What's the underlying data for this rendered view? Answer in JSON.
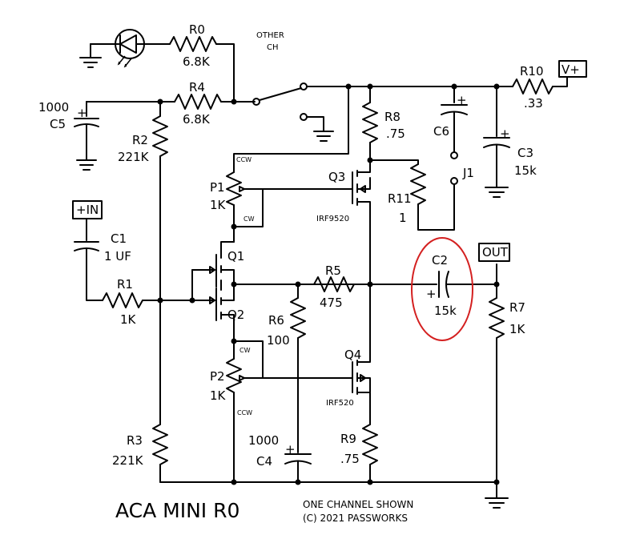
{
  "title": "ACA MINI R0",
  "note_line1": "ONE CHANNEL SHOWN",
  "note_line2": "(C) 2021 PASSWORKS",
  "other_ch": [
    "OTHER",
    "CH"
  ],
  "ports": {
    "vplus": "V+",
    "in": "+IN",
    "out": "OUT"
  },
  "components": {
    "R0": {
      "ref": "R0",
      "value": "6.8K"
    },
    "R4": {
      "ref": "R4",
      "value": "6.8K"
    },
    "R10": {
      "ref": "R10",
      "value": ".33"
    },
    "R8": {
      "ref": "R8",
      "value": ".75"
    },
    "R2": {
      "ref": "R2",
      "value": "221K"
    },
    "R11": {
      "ref": "R11",
      "value": "1"
    },
    "R1": {
      "ref": "R1",
      "value": "1K"
    },
    "R5": {
      "ref": "R5",
      "value": "475"
    },
    "R6": {
      "ref": "R6",
      "value": "100"
    },
    "R7": {
      "ref": "R7",
      "value": "1K"
    },
    "R3": {
      "ref": "R3",
      "value": "221K"
    },
    "R9": {
      "ref": "R9",
      "value": ".75"
    },
    "C5": {
      "ref": "C5",
      "value": "1000"
    },
    "C6": {
      "ref": "C6"
    },
    "C3": {
      "ref": "C3",
      "value": "15k"
    },
    "C1": {
      "ref": "C1",
      "value": "1 UF"
    },
    "C2": {
      "ref": "C2",
      "value": "15k"
    },
    "C4": {
      "ref": "C4",
      "value": "1000"
    },
    "P1": {
      "ref": "P1",
      "value": "1K",
      "ccw": "CCW",
      "cw": "CW"
    },
    "P2": {
      "ref": "P2",
      "value": "1K",
      "ccw": "CCW",
      "cw": "CW"
    },
    "Q1": {
      "ref": "Q1"
    },
    "Q2": {
      "ref": "Q2"
    },
    "Q3": {
      "ref": "Q3",
      "part": "IRF9520"
    },
    "Q4": {
      "ref": "Q4",
      "part": "IRF520"
    },
    "J1": {
      "ref": "J1"
    }
  },
  "plus_sign": "+",
  "highlight_color": "#d42020"
}
